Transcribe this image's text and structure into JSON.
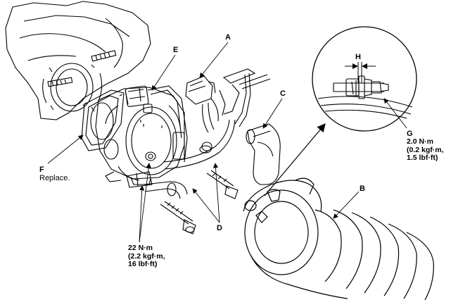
{
  "callouts": {
    "A": {
      "letter": "A"
    },
    "B": {
      "letter": "B"
    },
    "C": {
      "letter": "C"
    },
    "D": {
      "letter": "D"
    },
    "E": {
      "letter": "E"
    },
    "F": {
      "letter": "F",
      "note": "Replace."
    },
    "G": {
      "letter": "G",
      "torque": [
        "2.0 N·m",
        "(0.2 kgf·m,",
        "1.5 lbf·ft)"
      ]
    },
    "H": {
      "letter": "H"
    }
  },
  "bolt_torque": {
    "lines": [
      "22 N·m",
      "(2.2 kgf·m,",
      "16 lbf·ft)"
    ]
  }
}
